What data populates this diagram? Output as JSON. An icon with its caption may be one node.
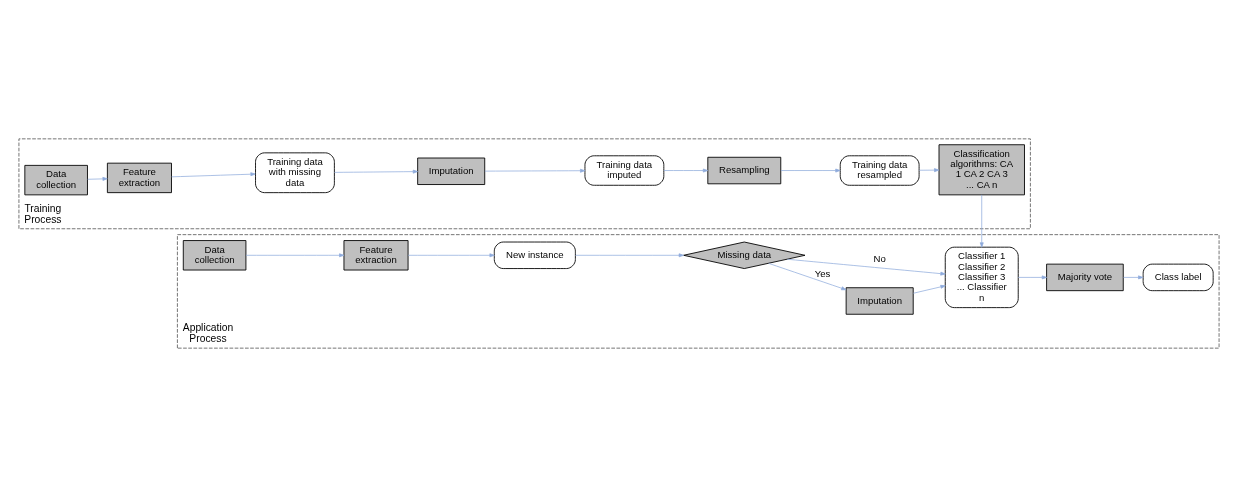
{
  "diagram": {
    "nodes": [
      {
        "text": [
          "Training Process"
        ]
      },
      {
        "text": [
          "Data collection"
        ],
        "in": 0
      },
      {
        "text": [
          "Feature extraction"
        ],
        "in": 0
      },
      {
        "text": [
          "Training data with missing data"
        ],
        "in": 0
      },
      {
        "text": [
          "Imputation"
        ],
        "in": 0
      },
      {
        "text": [
          "Training data imputed"
        ],
        "in": 0
      },
      {
        "text": [
          "Resampling"
        ],
        "in": 0
      },
      {
        "text": [
          "Training data resampled"
        ],
        "in": 0
      },
      {
        "text": [
          "Classification algorithms: CA 1 CA 2 CA 3 ... CA n"
        ],
        "in": 0
      },
      {
        "text": [
          "Application Process"
        ]
      },
      {
        "text": [
          "Data collection"
        ],
        "in": 9
      },
      {
        "text": [
          "Feature extraction"
        ],
        "in": 9
      },
      {
        "text": [
          "New instance"
        ],
        "in": 9
      },
      {
        "text": [
          "Missing data"
        ],
        "in": 9
      },
      {
        "text": [
          "Imputation"
        ],
        "in": 9
      },
      {
        "text": [
          "Classifier 1 Classifier 2 Classifier 3 ... Classifier n"
        ],
        "in": 9
      },
      {
        "text": [
          "Majority vote"
        ],
        "in": 9
      },
      {
        "text": [
          "Class label"
        ],
        "in": 9
      }
    ],
    "edges": [
      {
        "from": 1,
        "to": 2,
        "arrow": "to"
      },
      {
        "from": 2,
        "to": 3,
        "arrow": "to"
      },
      {
        "from": 3,
        "to": 4,
        "arrow": "to"
      },
      {
        "from": 4,
        "to": 5,
        "arrow": "to"
      },
      {
        "from": 5,
        "to": 6,
        "arrow": "to"
      },
      {
        "from": 6,
        "to": 7,
        "arrow": "to"
      },
      {
        "from": 7,
        "to": 8,
        "arrow": "to"
      },
      {
        "from": 8,
        "to": 15,
        "arrow": "to"
      },
      {
        "from": 10,
        "to": 11,
        "arrow": "to"
      },
      {
        "from": 11,
        "to": 12,
        "arrow": "to"
      },
      {
        "from": 12,
        "to": 13,
        "arrow": "to"
      },
      {
        "from": 13,
        "to": 14,
        "label": "Yes",
        "arrow": "to"
      },
      {
        "from": 14,
        "to": 15,
        "arrow": "to"
      },
      {
        "from": 13,
        "to": 15,
        "label": "No",
        "arrow": "to"
      },
      {
        "from": 15,
        "to": 16,
        "arrow": "to"
      },
      {
        "from": 16,
        "to": 17,
        "arrow": "to"
      }
    ]
  }
}
